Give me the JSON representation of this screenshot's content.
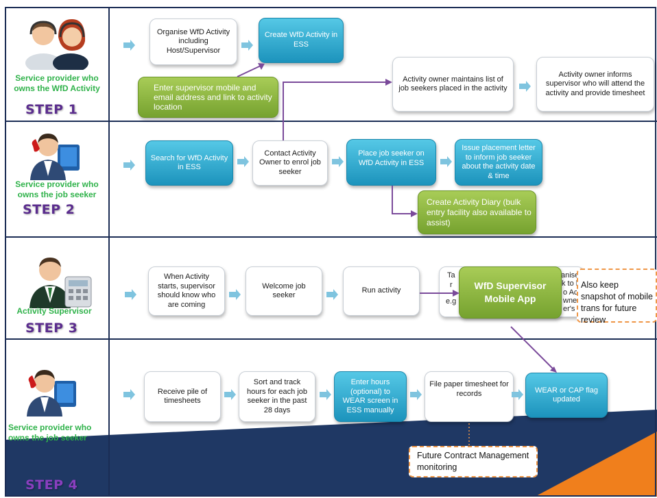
{
  "roles": {
    "row1": "Service provider who owns the WfD Activity",
    "row2": "Service provider who owns the job seeker",
    "row3": "Activity Supervisor",
    "row4": "Service provider who owns the job seeker"
  },
  "steps": {
    "step1": "STEP 1",
    "step2": "STEP 2",
    "step3": "STEP 3",
    "step4": "STEP 4"
  },
  "row1": {
    "organise": "Organise WfD Activity including Host/Supervisor",
    "create": "Create WfD Activity in ESS",
    "enter_supervisor": "Enter supervisor  mobile and email address  and link to activity location",
    "maintains": "Activity owner maintains list of job seekers placed in the activity",
    "informs": "Activity owner informs supervisor who will attend the activity and provide timesheet"
  },
  "row2": {
    "search": "Search for WfD Activity in ESS",
    "contact": "Contact Activity Owner to enrol job seeker",
    "place": "Place job seeker on WfD Activity in ESS",
    "issue": "Issue placement letter to inform job seeker about the activity date & time",
    "diary": "Create Activity Diary  (bulk entry facility also available to assist)"
  },
  "row3": {
    "when": "When Activity starts, supervisor should know who are coming",
    "welcome": "Welcome job seeker",
    "run": "Run activity",
    "hidden_fragments": [
      "Ta",
      "r",
      "e.g",
      "anise",
      "k to b",
      "o Act",
      "wner",
      "er's P"
    ],
    "mobile_app": "WfD Supervisor Mobile App",
    "snapshot": "Also keep snapshot of mobile trans for future  review"
  },
  "row4": {
    "receive": "Receive pile of timesheets",
    "sort": "Sort and track hours for each job seeker in the past 28 days",
    "enter_hours": "Enter hours (optional) to WEAR screen in ESS manually",
    "file": "File paper timesheet for records",
    "wear": "WEAR or CAP flag updated",
    "future": "Future Contract Management monitoring"
  },
  "colors": {
    "role_text": "#2fb24a",
    "step_text": "#5b2d8e",
    "step4_text": "#8a3fbf",
    "connector": "#7a4a9a",
    "chevron": "#7fc4df",
    "blue_box": "#2aa7cf",
    "green_box": "#8bb840",
    "dashed_border": "#ef9646",
    "navy": "#1b2d55",
    "orange": "#f07f1c"
  }
}
